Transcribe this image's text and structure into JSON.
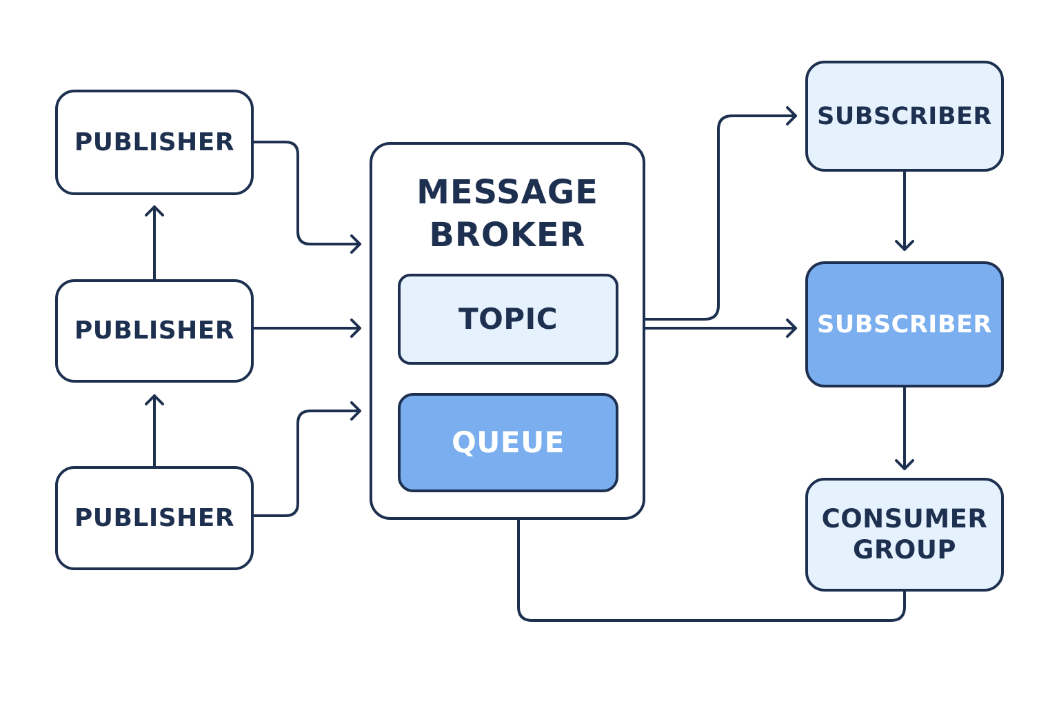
{
  "publishers": [
    {
      "label": "PUBLISHER"
    },
    {
      "label": "PUBLISHER"
    },
    {
      "label": "PUBLISHER"
    }
  ],
  "broker": {
    "title_line1": "MESSAGE",
    "title_line2": "BROKER",
    "topic": "TOPIC",
    "queue": "QUEUE"
  },
  "subscribers": [
    {
      "label": "SUBSCRIBER"
    },
    {
      "label": "SUBSCRIBER"
    }
  ],
  "consumer_group": {
    "line1": "CONSUMER",
    "line2": "GROUP"
  },
  "colors": {
    "stroke": "#1e3050",
    "light_fill": "#e5f1fd",
    "accent_fill": "#7aaeee",
    "white_fill": "#ffffff"
  }
}
